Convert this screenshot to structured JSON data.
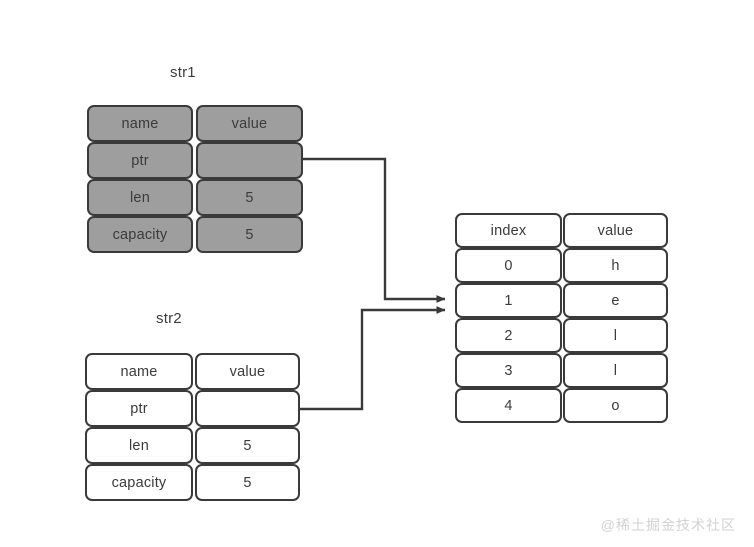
{
  "diagram": {
    "title_str1": "str1",
    "title_str2": "str2",
    "watermark": "@稀土掘金技术社区",
    "colors": {
      "filled_cell": "#9e9e9e",
      "border": "#3a3a3a",
      "text": "#3b3b3b",
      "background": "#ffffff",
      "watermark": "#d2d2d2"
    }
  },
  "str1_table": {
    "label": "str1",
    "style": "filled",
    "header": {
      "name": "name",
      "value": "value"
    },
    "rows": [
      {
        "name": "ptr",
        "value": ""
      },
      {
        "name": "len",
        "value": "5"
      },
      {
        "name": "capacity",
        "value": "5"
      }
    ]
  },
  "str2_table": {
    "label": "str2",
    "style": "outline",
    "header": {
      "name": "name",
      "value": "value"
    },
    "rows": [
      {
        "name": "ptr",
        "value": ""
      },
      {
        "name": "len",
        "value": "5"
      },
      {
        "name": "capacity",
        "value": "5"
      }
    ]
  },
  "data_table": {
    "header": {
      "index": "index",
      "value": "value"
    },
    "rows": [
      {
        "index": "0",
        "value": "h"
      },
      {
        "index": "1",
        "value": "e"
      },
      {
        "index": "2",
        "value": "l"
      },
      {
        "index": "3",
        "value": "l"
      },
      {
        "index": "4",
        "value": "o"
      }
    ]
  }
}
